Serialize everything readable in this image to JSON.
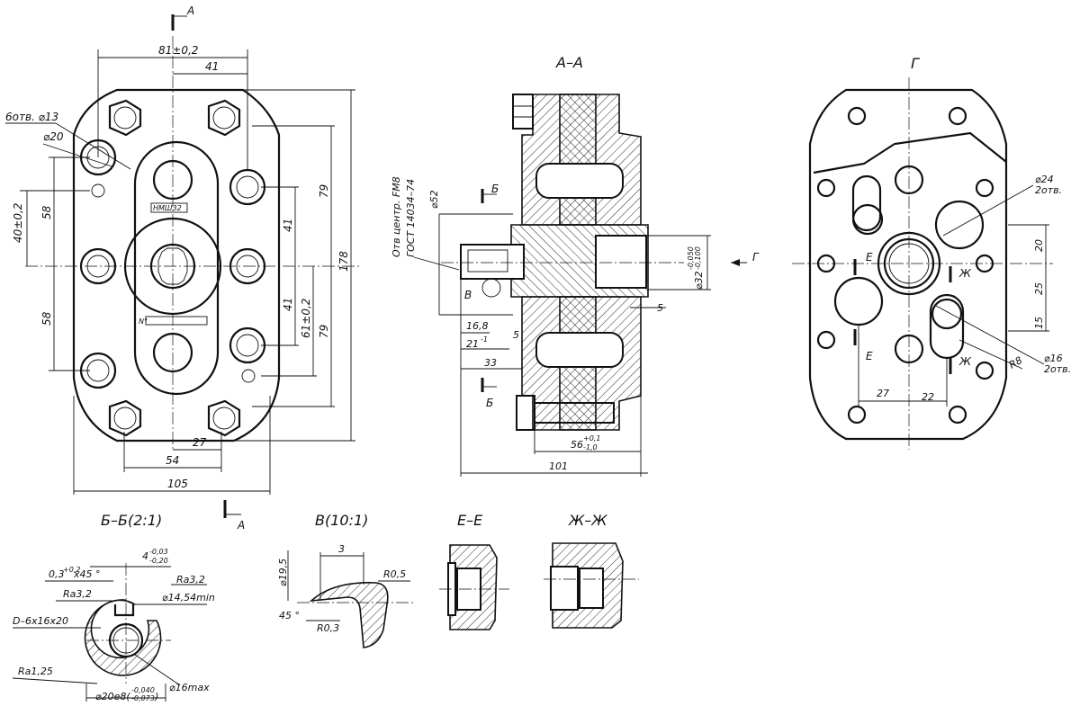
{
  "views": {
    "front": {
      "section_mark_top": "А",
      "section_mark_bottom": "А",
      "dim_width_top": "81±0,2",
      "dim_41_top": "41",
      "holes_note": "6отв. ⌀13",
      "bore_note": "⌀20",
      "dim_40": "40±0,2",
      "dim_58_upper": "58",
      "dim_58_lower": "58",
      "dim_79_upper": "79",
      "dim_41_right_upper": "41",
      "dim_41_right_lower": "41",
      "dim_61": "61±0,2",
      "dim_79_lower": "79",
      "dim_178": "178",
      "dim_27": "27",
      "dim_54": "54",
      "dim_105": "105",
      "plate_top": "НМШ32",
      "plate_bottom": "N°"
    },
    "section_aa": {
      "title": "А–А",
      "mark_b_top": "Б",
      "mark_b_bottom": "Б",
      "note_center_hole": "Отв центр. FМ8",
      "note_gost": "ГОСТ 14034–74",
      "dim_52": "⌀52",
      "detail_v": "В",
      "dim_16_8": "16,8",
      "dim_21": "21",
      "dim_21_tol": "-1",
      "dim_33": "33",
      "dim_5_left": "5",
      "dim_5_right": "5",
      "dim_32": "⌀32",
      "dim_32_tol_upper": "-0,050",
      "dim_32_tol_lower": "-0,100",
      "dim_56": "56",
      "dim_56_tol_upper": "+0,1",
      "dim_56_tol_lower": "-1,0",
      "dim_101": "101"
    },
    "view_g": {
      "title": "Г",
      "arrow_label": "Г",
      "dim_24": "⌀24",
      "dim_24_count": "2отв.",
      "dim_20": "20",
      "dim_25": "25",
      "dim_15": "15",
      "dim_16": "⌀16",
      "dim_16_count": "2отв.",
      "dim_r8": "R8",
      "dim_27": "27",
      "dim_22": "22",
      "mark_e_top": "Е",
      "mark_e_bottom": "Е",
      "mark_zh_top": "Ж",
      "mark_zh_bottom": "Ж"
    },
    "section_bb": {
      "title": "Б–Б(2:1)",
      "dim_4": "4",
      "dim_4_tol_upper": "-0,03",
      "dim_4_tol_lower": "-0,20",
      "chamfer_note": "0,3",
      "chamfer_tol": "+0,2",
      "chamfer_angle": "x45 °",
      "rough_32_a": "Ra3,2",
      "rough_32_b": "Ra3,2",
      "dim_14_54": "⌀14,54min",
      "spline_note": "D–6x16x20",
      "rough_125": "Ra1,25",
      "dim_16max": "⌀16max",
      "dim_20e8": "⌀20e8(",
      "dim_20e8_tol_upper": "-0,040",
      "dim_20e8_tol_lower": "-0,073",
      "dim_20e8_close": ")"
    },
    "detail_v": {
      "title": "В(10:1)",
      "dim_19_5": "⌀19,5",
      "dim_3": "3",
      "dim_r05": "R0,5",
      "dim_45": "45 °",
      "dim_r03": "R0,3"
    },
    "section_ee": {
      "title": "Е–Е"
    },
    "section_zhzh": {
      "title": "Ж–Ж"
    }
  }
}
